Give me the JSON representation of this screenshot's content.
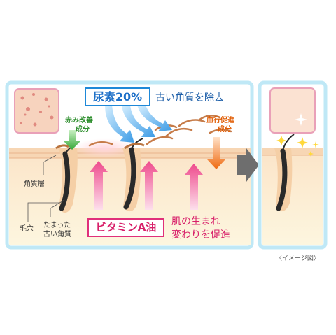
{
  "diagram": {
    "urea_label": "尿素20%",
    "urea_desc": "古い角質を除去",
    "vitamin_label": "ビタミンA油",
    "vitamin_desc_line1": "肌の生まれ",
    "vitamin_desc_line2": "変わりを促進",
    "redness_line1": "赤み改善",
    "redness_line2": "成分",
    "blood_line1": "血行促進",
    "blood_line2": "成分",
    "stratum_corneum": "角質層",
    "pore": "毛穴",
    "accum_line1": "たまった",
    "accum_line2": "古い角質",
    "caption": "〈イメージ図〉"
  },
  "colors": {
    "frame": "#bfe8f6",
    "skin": "#fdf3da",
    "urea_blue": "#1e88d8",
    "vitamin_pink": "#e0307a",
    "green": "#3fae3f",
    "orange": "#ee6a10"
  },
  "icons": [
    "arrow-right-icon",
    "sparkle-icon"
  ]
}
